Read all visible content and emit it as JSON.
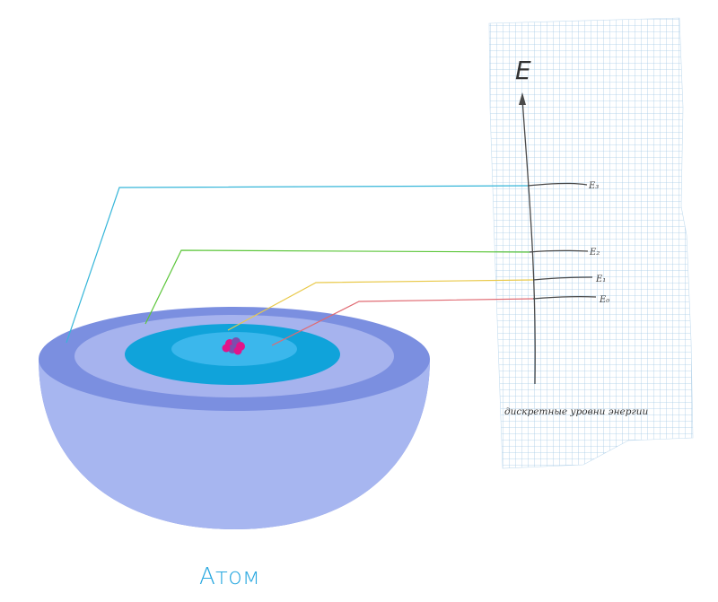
{
  "energy_axis": {
    "symbol": "E",
    "caption": "дискретные уровни энергии",
    "levels": [
      {
        "label": "E₃",
        "color": "#36b6d9"
      },
      {
        "label": "E₂",
        "color": "#5cc63a"
      },
      {
        "label": "E₁",
        "color": "#e9c94a"
      },
      {
        "label": "E₀",
        "color": "#e06a72"
      }
    ]
  },
  "atom": {
    "title": "Атом",
    "colors": {
      "outer_shell": "#7b8fe0",
      "inner_shell": "#a6b3ee",
      "cavity": "#a7b6f0",
      "orbit_outer": "#10a3da",
      "orbit_inner": "#3bb7ec",
      "nucleus": "#e0158a"
    }
  }
}
